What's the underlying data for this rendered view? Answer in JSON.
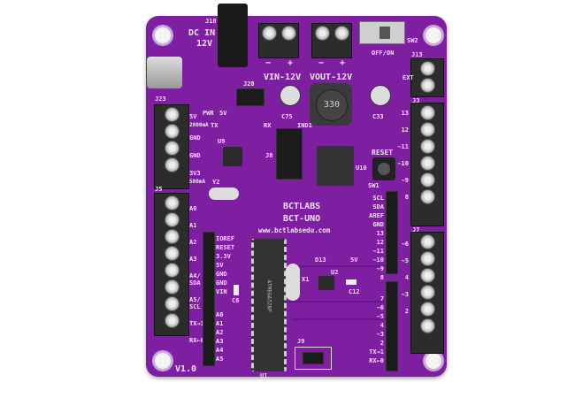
{
  "board": {
    "color": "#7d1fa0",
    "brand": "BCTLABS",
    "model": "BCT-UNO",
    "website": "www.bctlabsedu.com",
    "version": "V1.0",
    "labels": {
      "dc_in": "DC IN",
      "dc_v": "12V",
      "j10": "J10",
      "vin": "VIN-12V",
      "vout": "VOUT-12V",
      "minus": "−",
      "plus": "+",
      "offon": "OFF/ON",
      "sw2": "SW2",
      "ext": "EXT",
      "j13": "J13",
      "j3": "J3",
      "j7": "J7",
      "j23": "J23",
      "j5": "J5",
      "j28": "J28",
      "j8": "J8",
      "j9": "J9",
      "u1": "U1",
      "u2": "U2",
      "u9": "U9",
      "u10": "U10",
      "ind1": "IND1",
      "inductor": "330",
      "c75": "C75",
      "c33": "C33",
      "pwr": "PWR",
      "led5v": "5V",
      "tx": "TX",
      "rx": "RX",
      "v5": "5V",
      "ma2000": "2000mA",
      "gnd1": "GND",
      "gnd2": "GND",
      "v3v3": "3V3",
      "ma500": "500mA",
      "reset": "RESET",
      "sw1": "SW1",
      "y2": "Y2",
      "x1": "X1",
      "d13": "D13",
      "c12": "C12",
      "c6": "C6",
      "mcu": "ATMEGA328P"
    },
    "left_analog": [
      "A0",
      "A1",
      "A2",
      "A3",
      "A4/\nSDA",
      "A5/\nSCL",
      "TX→1",
      "RX←0"
    ],
    "power_header": [
      "IOREF",
      "RESET",
      "3.3V",
      "5V",
      "GND",
      "GND",
      "VIN"
    ],
    "analog_header": [
      "A0",
      "A1",
      "A2",
      "A3",
      "A4",
      "A5"
    ],
    "digital_top": [
      "SCL",
      "SDA",
      "AREF",
      "GND",
      "13",
      "12",
      "~11",
      "~10",
      "~9",
      "8"
    ],
    "digital_bottom": [
      "7",
      "~6",
      "~5",
      "4",
      "~3",
      "2",
      "TX→1",
      "RX←0"
    ],
    "right_terminal": [
      "13",
      "12",
      "~11",
      "~10",
      "~9",
      "8",
      "~6",
      "~5",
      "4",
      "~3",
      "2"
    ]
  }
}
